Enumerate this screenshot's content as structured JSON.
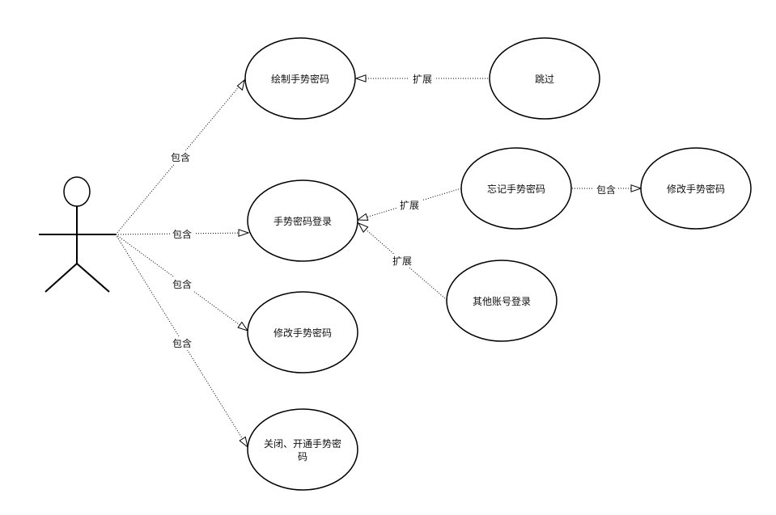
{
  "nodes": {
    "draw_gesture": "绘制手势密码",
    "skip": "跳过",
    "gesture_login": "手势密码登录",
    "forgot_gesture": "忘记手势密码",
    "modify_gesture_right": "修改手势密码",
    "other_account_login": "其他账号登录",
    "modify_gesture": "修改手势密码",
    "toggle_gesture_line1": "关闭、开通手势密",
    "toggle_gesture_line2": "码"
  },
  "edge_labels": {
    "include": "包含",
    "extend": "扩展"
  }
}
